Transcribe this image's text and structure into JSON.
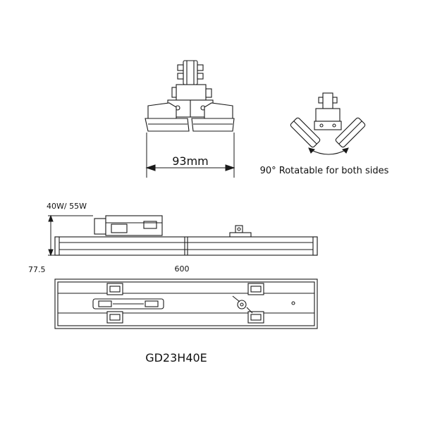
{
  "labels": {
    "width_dim": "93mm",
    "rotation_note": "90° Rotatable for both sides",
    "wattage": "40W/ 55W",
    "height_dim": "77.5",
    "length_dim": "600",
    "model": "GD23H40E"
  },
  "colors": {
    "line": "#1a1a1a"
  }
}
